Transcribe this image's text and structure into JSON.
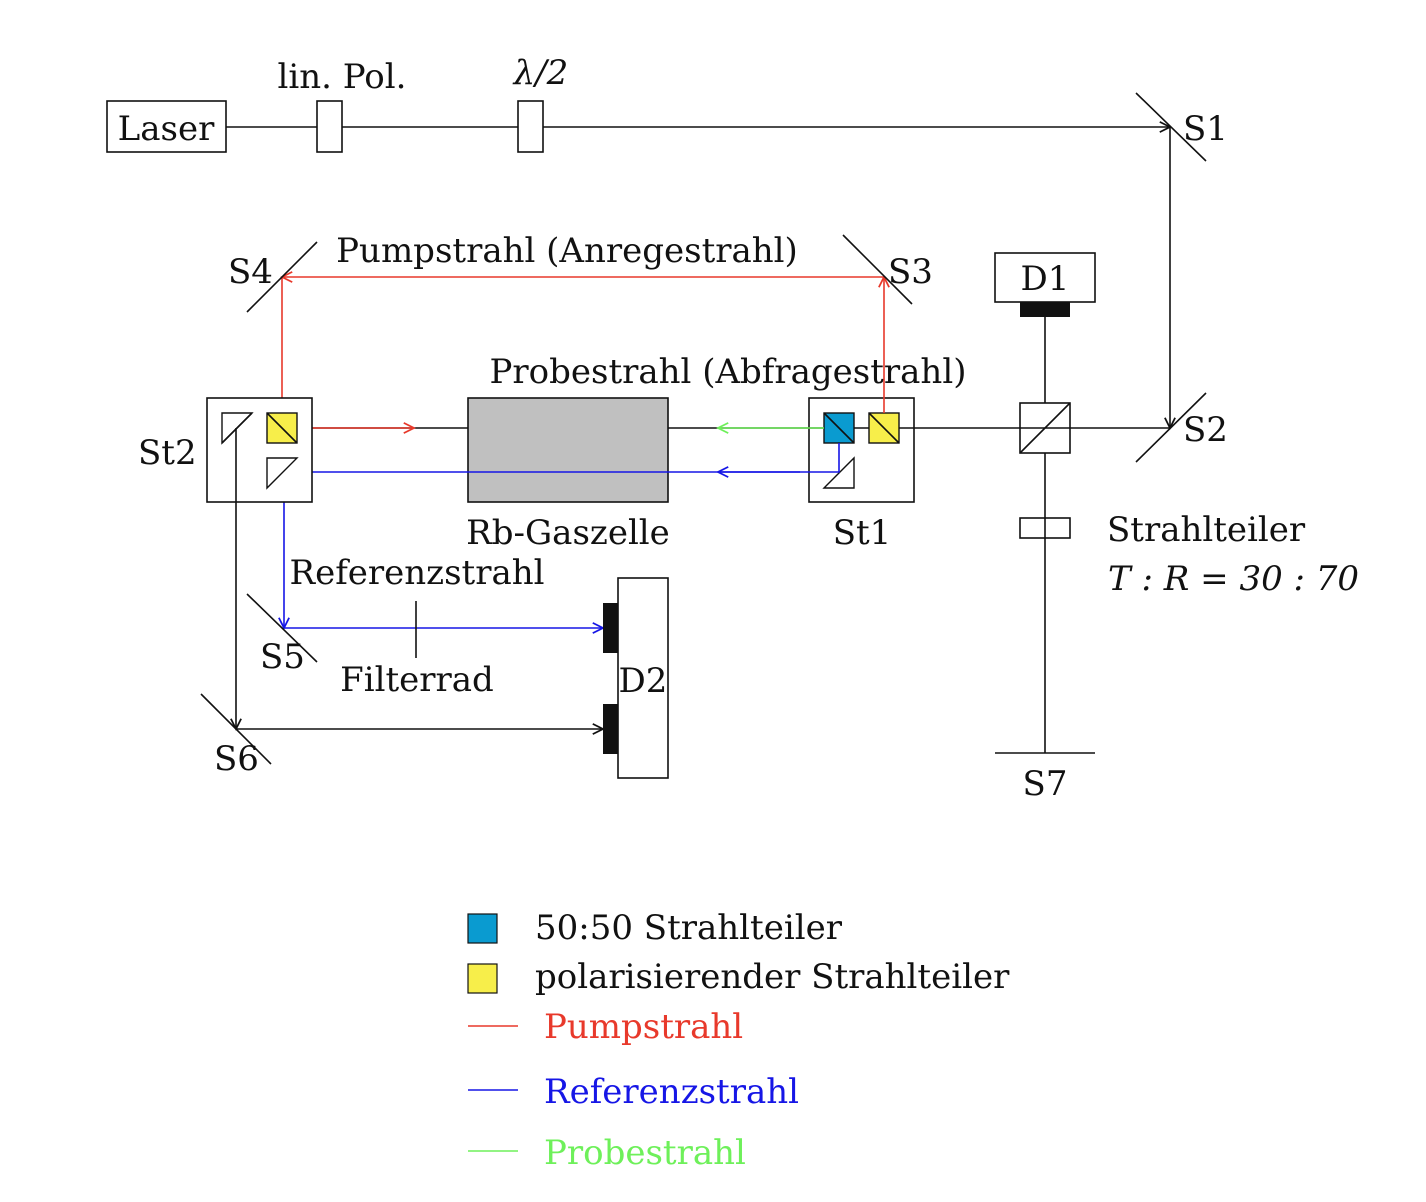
{
  "labels": {
    "laser": "Laser",
    "lin_pol": "lin. Pol.",
    "lambda_half": "λ/2",
    "s1": "S1",
    "s2": "S2",
    "s3": "S3",
    "s4": "S4",
    "s5": "S5",
    "s6": "S6",
    "s7": "S7",
    "d1": "D1",
    "d2": "D2",
    "st1": "St1",
    "st2": "St2",
    "pump_title": "Pumpstrahl (Anregestrahl)",
    "probe_title": "Probestrahl (Abfragestrahl)",
    "rb_cell": "Rb-Gaszelle",
    "reference": "Referenzstrahl",
    "filter_wheel": "Filterrad",
    "beam_splitter": "Strahlteiler",
    "ratio": "T : R = 30 : 70"
  },
  "legend": {
    "items": [
      {
        "label": "50:50 Strahlteiler",
        "color": "#0a9bd0",
        "kind": "square"
      },
      {
        "label": "polarisierender Strahlteiler",
        "color": "#f7ee4a",
        "kind": "square"
      },
      {
        "label": "Pumpstrahl",
        "color": "#e8392b",
        "kind": "line"
      },
      {
        "label": "Referenzstrahl",
        "color": "#1616e6",
        "kind": "line"
      },
      {
        "label": "Probestrahl",
        "color": "#6ef05a",
        "kind": "line"
      }
    ]
  },
  "colors": {
    "pump": "#e8392b",
    "reference": "#1616e6",
    "probe": "#6ef05a",
    "splitter_5050": "#0a9bd0",
    "polarizing": "#f7ee4a",
    "cell": "#c0c0c0"
  }
}
